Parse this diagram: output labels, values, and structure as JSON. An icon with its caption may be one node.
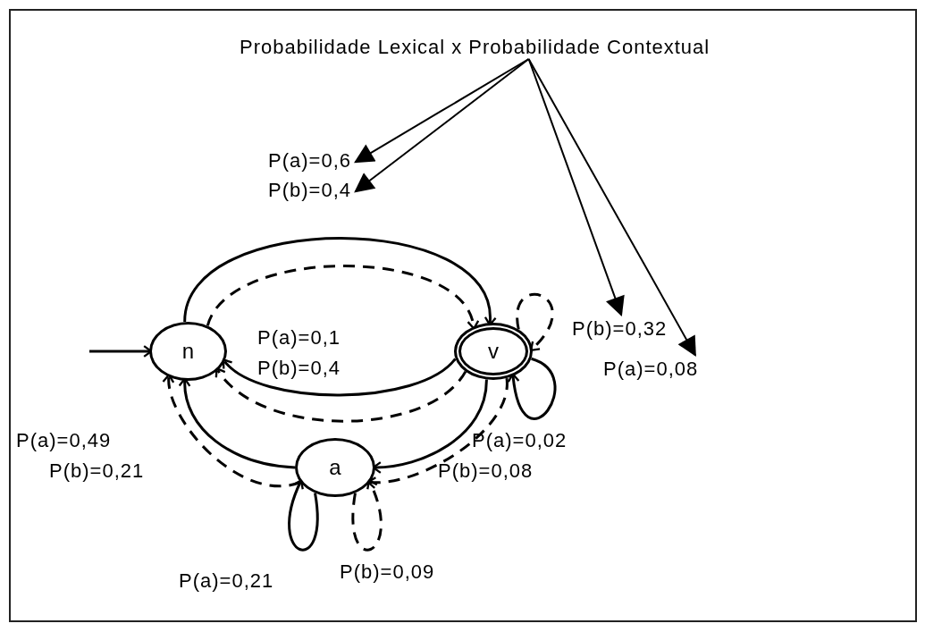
{
  "diagram": {
    "nodes": [
      {
        "text": [
          "n"
        ]
      },
      {
        "text": [
          "v"
        ]
      },
      {
        "text": [
          "a"
        ]
      },
      {
        "text": [
          "Probabilidade Lexical x Probabilidade Contextual"
        ]
      },
      {
        "text": [
          "P(a)=0,6"
        ]
      },
      {
        "text": [
          "P(b)=0,4"
        ]
      },
      {
        "text": [
          "P(b)=0,32"
        ]
      },
      {
        "text": [
          "P(a)=0,08"
        ]
      }
    ],
    "edges": [
      {
        "from": null,
        "to": 0,
        "arrow": "to"
      },
      {
        "from": 0,
        "to": 1,
        "arrow": "to"
      },
      {
        "from": 0,
        "to": 1,
        "arrow": "to",
        "style": "dashed"
      },
      {
        "from": 1,
        "to": 0,
        "arrow": "to"
      },
      {
        "from": 1,
        "to": 0,
        "arrow": "to",
        "style": "dashed"
      },
      {
        "from": 1,
        "to": 2,
        "arrow": "to"
      },
      {
        "from": 1,
        "to": 2,
        "arrow": "to",
        "style": "dashed"
      },
      {
        "from": 2,
        "to": 0,
        "arrow": "to"
      },
      {
        "from": 2,
        "to": 0,
        "arrow": "to",
        "style": "dashed"
      },
      {
        "from": 1,
        "to": 1,
        "arrow": "to"
      },
      {
        "from": 1,
        "to": 1,
        "arrow": "to",
        "style": "dashed"
      },
      {
        "from": 2,
        "to": 2,
        "arrow": "to"
      },
      {
        "from": 2,
        "to": 2,
        "arrow": "to",
        "style": "dashed"
      },
      {
        "from": 3,
        "to": 4,
        "arrow": "to"
      },
      {
        "from": 3,
        "to": 5,
        "arrow": "to"
      },
      {
        "from": 3,
        "to": 6,
        "arrow": "to"
      },
      {
        "from": 3,
        "to": 7,
        "arrow": "to"
      }
    ],
    "labels": [
      "P(a)=0,1",
      "P(b)=0,4",
      "P(a)=0,49",
      "P(b)=0,21",
      "P(a)=0,02",
      "P(b)=0,08",
      "P(a)=0,21",
      "P(b)=0,09"
    ]
  }
}
